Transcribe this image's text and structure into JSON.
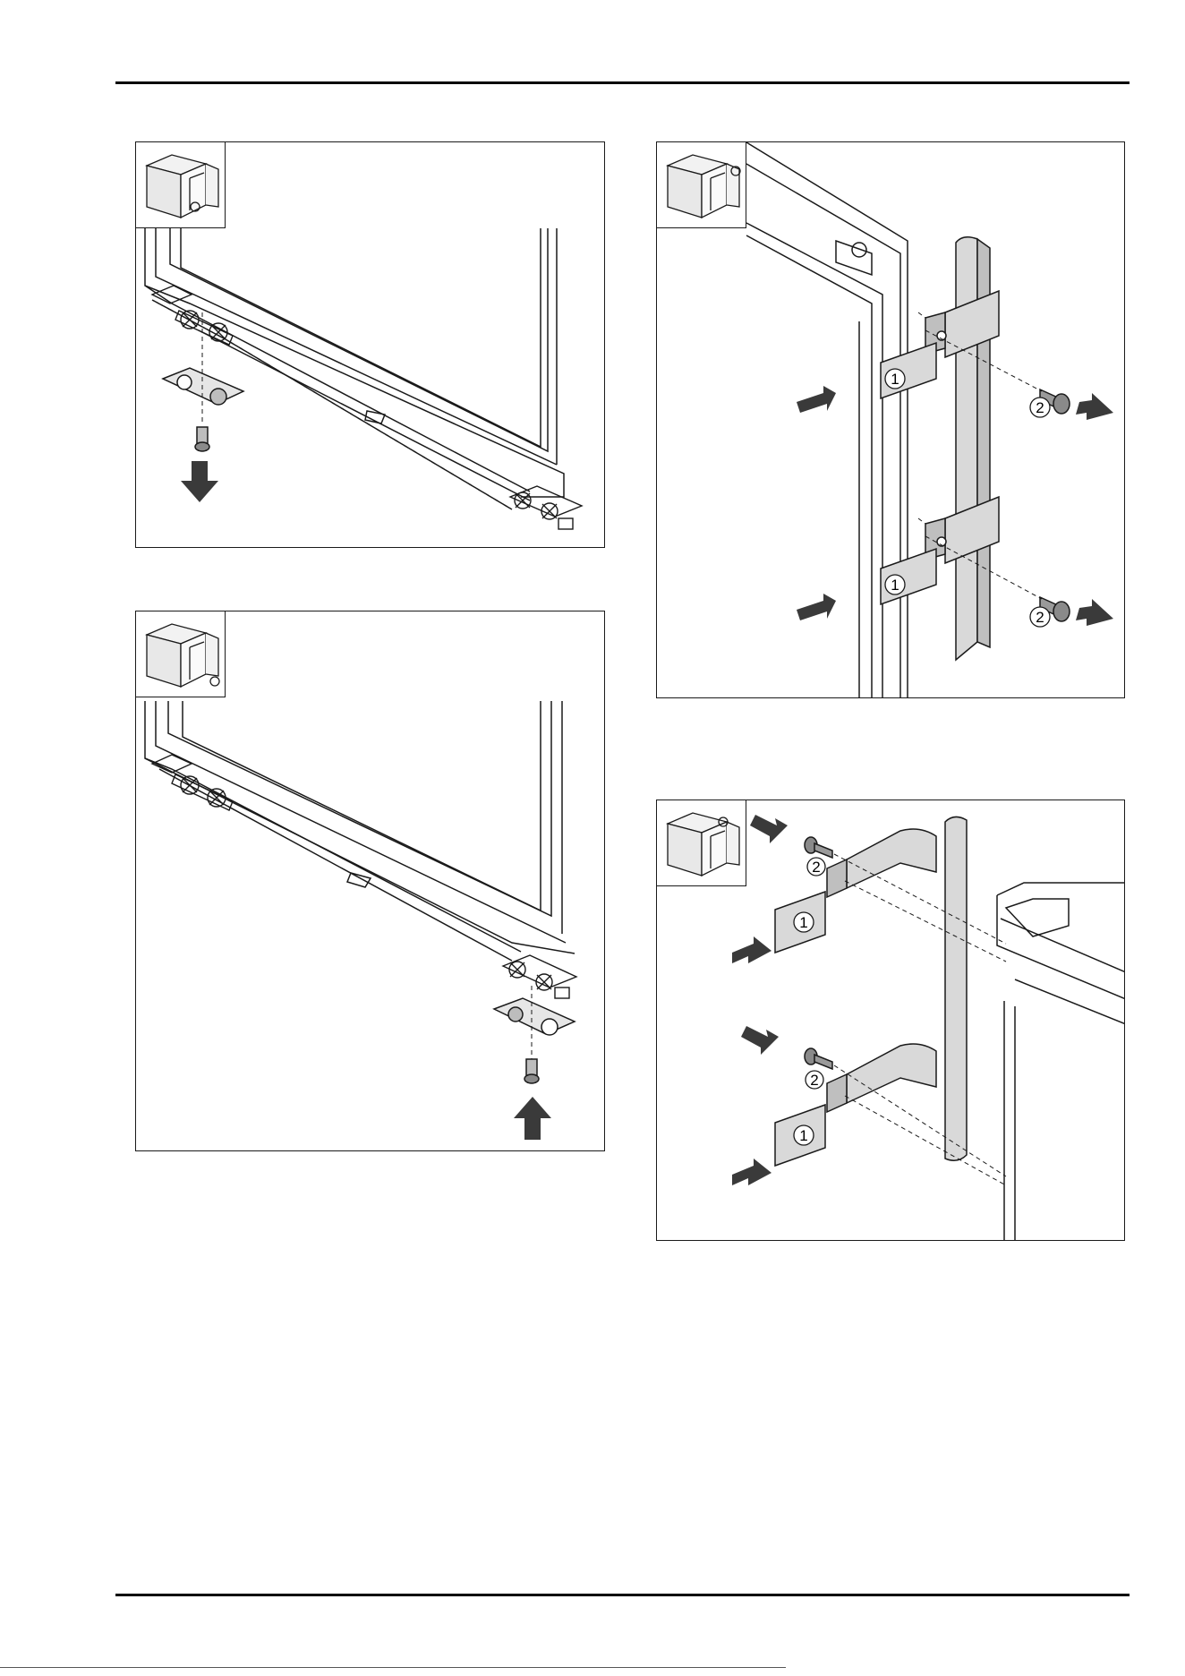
{
  "figures": [
    {
      "id": "fig-bottom-hinge-remove",
      "callouts": []
    },
    {
      "id": "fig-bottom-hinge-refit",
      "callouts": []
    },
    {
      "id": "fig-handle-remove",
      "callouts": [
        "1",
        "2",
        "1",
        "2"
      ]
    },
    {
      "id": "fig-handle-fit",
      "callouts": [
        "2",
        "1",
        "2",
        "1"
      ]
    }
  ],
  "colors": {
    "line": "#1a1a1a",
    "part_fill": "#d9d9d9",
    "arrow_fill": "#3a3a3a"
  }
}
